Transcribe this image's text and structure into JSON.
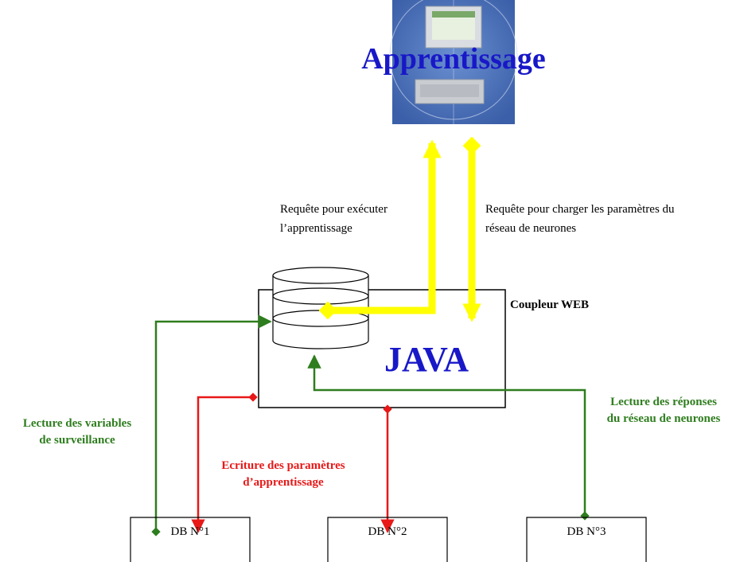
{
  "app_title": "Apprentissage",
  "java_label": "JAVA",
  "coupleur_label": "Coupleur WEB",
  "requests": {
    "execute": [
      "Requête pour exécuter",
      "l’apprentissage"
    ],
    "load": [
      "Requête pour charger les paramètres du",
      "réseau de neurones"
    ]
  },
  "flows": {
    "read_variables": [
      "Lecture des variables",
      "de surveillance"
    ],
    "write_params": [
      "Ecriture des paramètres",
      "d’apprentissage"
    ],
    "read_responses": [
      "Lecture des réponses",
      "du réseau de neurones"
    ]
  },
  "databases": [
    "DB N°1",
    "DB N°2",
    "DB N°3"
  ],
  "colors": {
    "title_blue": "#1818c8",
    "yellow": "#ffff00",
    "green": "#2e7d1e",
    "red": "#e81818",
    "banner_bg": "#4a70b8"
  },
  "icons": [
    "computer-icon",
    "database-icon"
  ]
}
